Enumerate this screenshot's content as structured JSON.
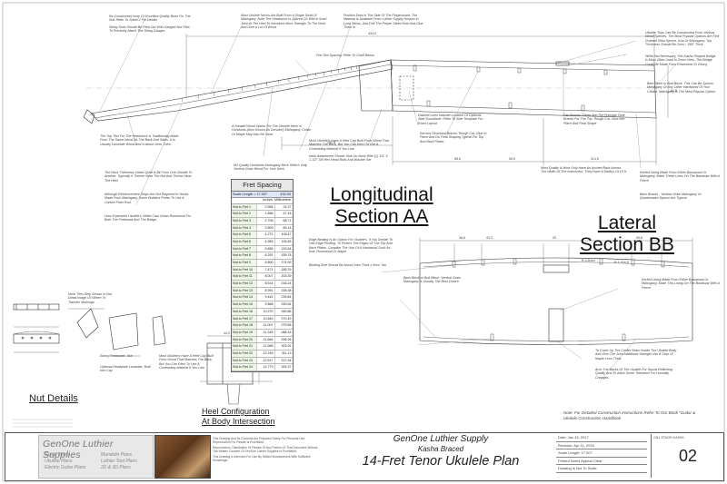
{
  "notes": {
    "n1": "Re-Constructed Ivory Or Excellent Quality Bone For The Nut. Refer To Sheet 2 For Details",
    "n2": "String Slots Should Be Filed Out With Gauged Nut Files To Precisely Match The String Gauges",
    "n3": "Most Ukulele Necks Are Built From A Single Solid Of Mahogany. Note The Headstock Is Spliced On With A Scarf Joint At The Heel To Introduce More Strength To The Neck And Give A Lot Of Wood",
    "n4": "Position Dots In The Side Of The Fingerboard. The Material Is Available From Luthier Supply Houses In Long Sticks, Just Drill The Proper Sized Hole And Glue Them In",
    "n5": "Fret Slot Spacing. Refer To Chart Below",
    "n6": "Ukulele Tops Can Be Constructed From Various Wood Species. The Most Popular Options Are Fine Grained Sitka Spruce, Koa Or Mahogany. Top Thickness Should Be 2mm / .080\" Thick",
    "n7": "While Not Necessary, The Kasha Shaped Bridge Is Most Often Used In Tenor Ukes. The Bridge Could Be Made From Rosewood Or Ebony",
    "n8": "Bent Block or Butt Block. This Can Be Spruce, Mahogany Or Any Other Hardwood Of Your Choice. Mahogany Is The Most Popular Option.",
    "n9": "The Top Trim For The Headstock Is Traditionally Made From The Same Wood As The Back And Sides. It Is Usually Laminate Wood And Is About 2mm Thick.",
    "n10": "A Parallel Wood Option For The Ukulele Neck Is Honduras (Also Known As Genuine) Mahogany. Cedar Or Maple May Also Be Used",
    "n11": "Dashed Lines Indicate Location Of Optional Side Soundhole. Refer To Side Template For Exact Layout",
    "n12": "Second Structural Braces. Rough Cut, Glue In Place And Do Final Shaping Typical For Top And Back Plates",
    "n13": "Fan Braces. These Are The Principle Tone Braces For The Top. Rough Cut, Glue Into Place And Final Shape",
    "n14": "Kerfed Lining Made From Either Basswood Or Mahogany. Make These Lines On The Bandsaw With A Fence",
    "n15": "The Neck Thickness Varies Quite A Bit From One Ukulele To Another. Typically It Thinner Near The Nut And Thicker Near The Heel.",
    "n16": "Although Reinforcement Strips Are Not Required In Necks Made From Mahogany, Some Builders Prefer To Use A Carbon Fiber Rod.",
    "n17": "Less Expensive Ukulele's Utilize Cast Urban Rosewood For Both The Fretboard And The Bridge.",
    "n18": "M1 Quality Honduras Mahogany Neck Select. Only Vertical Grain Wood For Your Neck",
    "n19": "Most Ukulele's Have A Heel Cap Built From Wood That Matches The Back, But You Can Elect To Use A Contrasting Material If You Like",
    "n20": "Neck Attachment Shown: Bolt-On Neck With (1) 1/4\" X 1-1/2\" 3/8 Hex Head Bolts And Washer Set",
    "n21": "Most Quality & Most Only Have An Arched Back Across The Width Of The Instrument. They Have A Radius Of 15 ft.",
    "n22": "Back Braces - Vertical Grain Mahogany Or Quartersawn Spruce Are Typical",
    "n23": "Edge Binding Is An Option For Ukulele's. If You Decide To Use Edge Purfling, To Protect The Edges Of The Top And Back Plates, Consider The Use Of A Hardwood Such As Koa, Rosewood Or Maple",
    "n24": "Binding Size Should Be About 2mm Thick x 5mm Tall.",
    "n25": "Back Block or Butt Block. Vertical Grain Mahogany Is Usually The Best Choice.",
    "n26": "Kerfed Lining Made From Either Basswood Or Mahogany. Make This Lining On The Bandsaw With A Fence",
    "n27": "To Cover Up The Center Seam Inside The Ukulele Body And Give The Joint Additional Strength Use A Strip Of Maple 1mm Thick.",
    "n28": "Arch The Backs Of The Ukulele For Sound Reflecting Quality And To Allow Some Tolerance For Humidity Changes.",
    "n29": "Neck Tiles Strip Shown In Nut Detail Image Of Where To Transfer Markings",
    "n30": "Most Ukulele's Have A Heel Cap Built From Wood That Matches The Back, But You Can Elect To Use A Contrasting Material If You Like",
    "n31": "Optional Headplate Laminate, Built Into Cap",
    "n32": "Ebony Fretboard - Nut",
    "n33": "Note: For Detailed Construction Instructions Refer To Our Book \"Guitar & Ukulele Construction Handbook"
  },
  "fret_table": {
    "title": "Fret Spacing",
    "scale_label": "Scale Length = 17.007",
    "scale_mm": "432.00",
    "col_inches": "Inches",
    "col_mm": "Millimeters",
    "rows": [
      {
        "fret": "Nut to Fret 1",
        "in": "0.955",
        "mm": "24.27"
      },
      {
        "fret": "Nut to Fret 2",
        "in": "1.856",
        "mm": "47.18"
      },
      {
        "fret": "Nut to Fret 3",
        "in": "2.706",
        "mm": "68.71"
      },
      {
        "fret": "Nut to Fret 4",
        "in": "3.509",
        "mm": "89.14"
      },
      {
        "fret": "Nut to Fret 5",
        "in": "4.271",
        "mm": "108.47"
      },
      {
        "fret": "Nut to Fret 6",
        "in": "4.983",
        "mm": "126.55"
      },
      {
        "fret": "Nut to Fret 7",
        "in": "5.656",
        "mm": "143.64"
      },
      {
        "fret": "Nut to Fret 8",
        "in": "6.291",
        "mm": "159.78"
      },
      {
        "fret": "Nut to Fret 9",
        "in": "6.890",
        "mm": "174.99"
      },
      {
        "fret": "Nut to Fret 10",
        "in": "7.471",
        "mm": "189.76"
      },
      {
        "fret": "Nut to Fret 11",
        "in": "8.007",
        "mm": "203.39"
      },
      {
        "fret": "Nut to Fret 12",
        "in": "8.514",
        "mm": "216.24"
      },
      {
        "fret": "Nut to Fret 13",
        "in": "8.991",
        "mm": "228.38"
      },
      {
        "fret": "Nut to Fret 14",
        "in": "9.442",
        "mm": "239.84"
      },
      {
        "fret": "Nut to Fret 15",
        "in": "9.868",
        "mm": "250.64"
      },
      {
        "fret": "Nut to Fret 16",
        "in": "10.270",
        "mm": "260.86"
      },
      {
        "fret": "Nut to Fret 17",
        "in": "10.649",
        "mm": "270.49"
      },
      {
        "fret": "Nut to Fret 18",
        "in": "11.007",
        "mm": "279.58"
      },
      {
        "fret": "Nut to Fret 19",
        "in": "11.345",
        "mm": "288.16"
      },
      {
        "fret": "Nut to Fret 20",
        "in": "11.664",
        "mm": "296.26"
      },
      {
        "fret": "Nut to Fret 21",
        "in": "11.965",
        "mm": "303.91"
      },
      {
        "fret": "Nut to Fret 22",
        "in": "12.249",
        "mm": "311.13"
      },
      {
        "fret": "Nut to Fret 23",
        "in": "12.517",
        "mm": "317.94"
      },
      {
        "fret": "Nut to Fret 24",
        "in": "12.770",
        "mm": "324.37"
      }
    ]
  },
  "titles": {
    "longitudinal_1": "Longitudinal",
    "longitudinal_2": "Section AA",
    "lateral_1": "Lateral",
    "lateral_2": "Section BB",
    "nut_details": "Nut Details",
    "heel_1": "Heel Configuration",
    "heel_2": "At Body Intersection"
  },
  "dims": {
    "d1": "434,0",
    "d2": "85,6",
    "d3": "55,0",
    "d4": "114,5",
    "d5": "142,5",
    "d6": "51,5",
    "d7": "38,6",
    "d8": "20",
    "d9": "43,0",
    "d10": "59,8",
    "d11": "R 4,5mm",
    "d12": "R 1,374,5",
    "d13": "44,0",
    "d14": "35,5"
  },
  "footer": {
    "brand": "GenOne Luthier Supplies",
    "item1": "Guitar Plans",
    "item2": "Ukulele Plans",
    "item3": "Electric Guitar Plans",
    "item4": "Mandolin Plans",
    "item5": "Luthier Tool Plans",
    "item6": "2D & 3D Plans",
    "fine1": "This Drawing And Its Contents Are Prepared Solely For Personal Use. Reproduction For Resale Is Prohibited.",
    "fine2": "Reproduction, Distribution Or Resale Of Any Portion Of This Document Without The Written Consent Of GenOne Luthier Supplies Is Prohibited.",
    "fine3": "This Drawing Is Intended For Use By Skilled Woodworkers With Sufficient Knowledge.",
    "company": "GenOne Luthier Supply",
    "subtitle": "Kasha Braced",
    "plan_name": "14-Fret Tenor Ukulele Plan",
    "date": "Date: Jan 15, 2017",
    "revision": "Revision: Apr 11, 2020",
    "scale": "Scale Length: 17.007",
    "note_a": "Printed Notes Appear Clear",
    "note_b": "Drawing Is Not To Scale",
    "sheet_label": "GN1-TENOR-KASHA",
    "sheet_no": "02"
  }
}
